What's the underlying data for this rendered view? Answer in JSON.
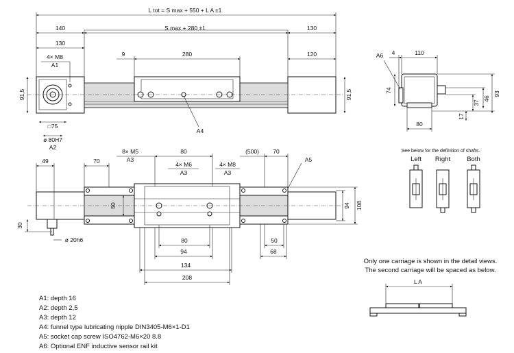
{
  "top_dims": {
    "l_tot": "L tot = S max + 550 + L A ±1",
    "d140": "140",
    "s_max": "S max + 280 ±1",
    "d130r": "130",
    "d130l": "130",
    "d9": "9",
    "d280": "280",
    "d120": "120",
    "d4xm8": "4× M8",
    "a1": "A1",
    "d91_5l": "91,5",
    "d91_5r": "91,5",
    "a4": "A4",
    "d75": "□75",
    "d80h7": "ø 80H7",
    "a2": "A2"
  },
  "side_view": {
    "a6": "A6",
    "d4": "4",
    "d110": "110",
    "d74": "74",
    "d93": "93",
    "d46": "46",
    "d37": "37",
    "d17": "17",
    "d80": "80"
  },
  "bottom_view": {
    "d49": "49",
    "d70l": "70",
    "d8xm5": "8× M5",
    "a3a": "A3",
    "d80t": "80",
    "d4xm6": "4× M6",
    "a3b": "A3",
    "d4xm8": "4× M8",
    "a3c": "A3",
    "d500": "(500)",
    "d70r": "70",
    "a5": "A5",
    "d50c": "50",
    "d94v": "94",
    "d108": "108",
    "d30": "30",
    "d20h6": "ø 20h6",
    "d80b": "80",
    "d94h": "94",
    "d134": "134",
    "d208": "208",
    "d50r": "50",
    "d68": "68"
  },
  "shafts": {
    "note": "See below for the definition of shafts.",
    "left": "Left",
    "right": "Right",
    "both": "Both"
  },
  "carriage_note": {
    "line1": "Only one carriage is shown in the detail views.",
    "line2": "The second carriage will be spaced as below.",
    "la": "L A"
  },
  "legend": [
    "A1: depth 16",
    "A2: depth 2,5",
    "A3: depth 12",
    "A4: funnel type lubricating nipple DIN3405-M6×1-D1",
    "A5: socket cap screw ISO4762-M6×20 8.8",
    "A6: Optional ENF inductive sensor rail kit"
  ]
}
